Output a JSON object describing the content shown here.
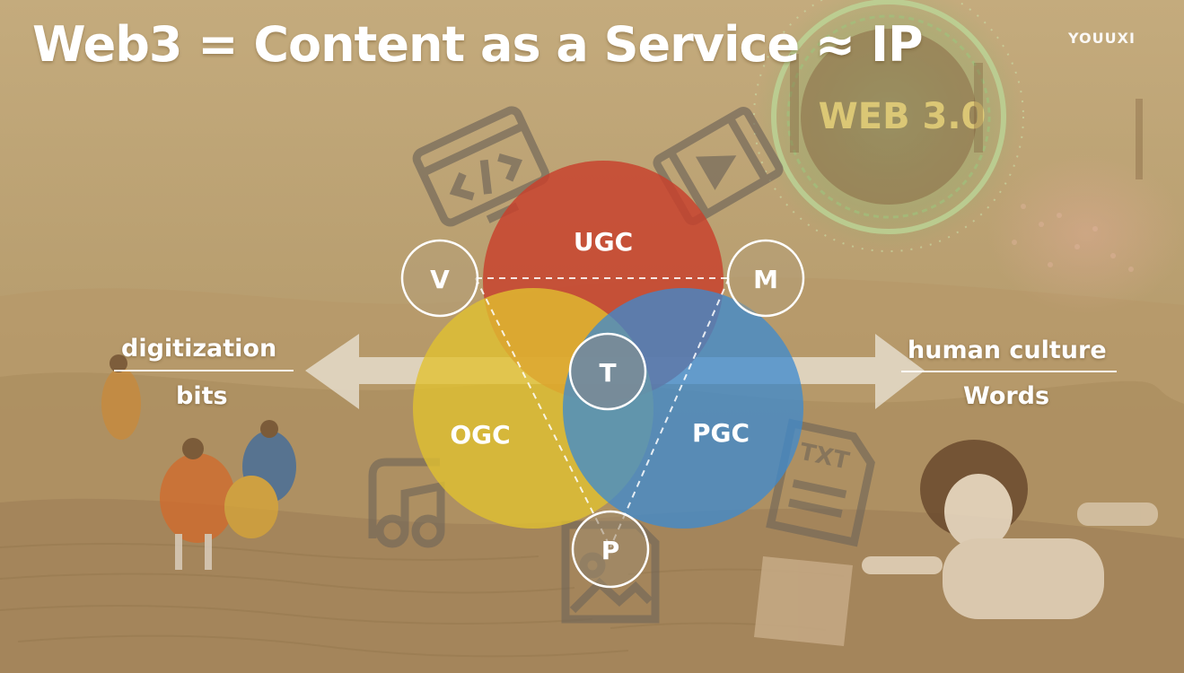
{
  "slide": {
    "title": "Web3 = Content as a Service ≈ IP",
    "brand": "YOUUXI"
  },
  "scene": {
    "banner_text": "WEB 3.0"
  },
  "diagram": {
    "circles": [
      {
        "label": "UGC",
        "color": "#c8402c"
      },
      {
        "label": "OGC",
        "color": "#e2c230"
      },
      {
        "label": "PGC",
        "color": "#3d8ad0"
      }
    ],
    "nodes": [
      {
        "label": "V"
      },
      {
        "label": "M"
      },
      {
        "label": "T"
      },
      {
        "label": "P"
      }
    ],
    "left": {
      "top": "digitization",
      "bottom": "bits"
    },
    "right": {
      "top": "human culture",
      "bottom": "Words"
    },
    "icons": [
      "code-monitor-icon",
      "video-player-icon",
      "music-file-icon",
      "txt-file-icon",
      "image-file-icon"
    ]
  }
}
